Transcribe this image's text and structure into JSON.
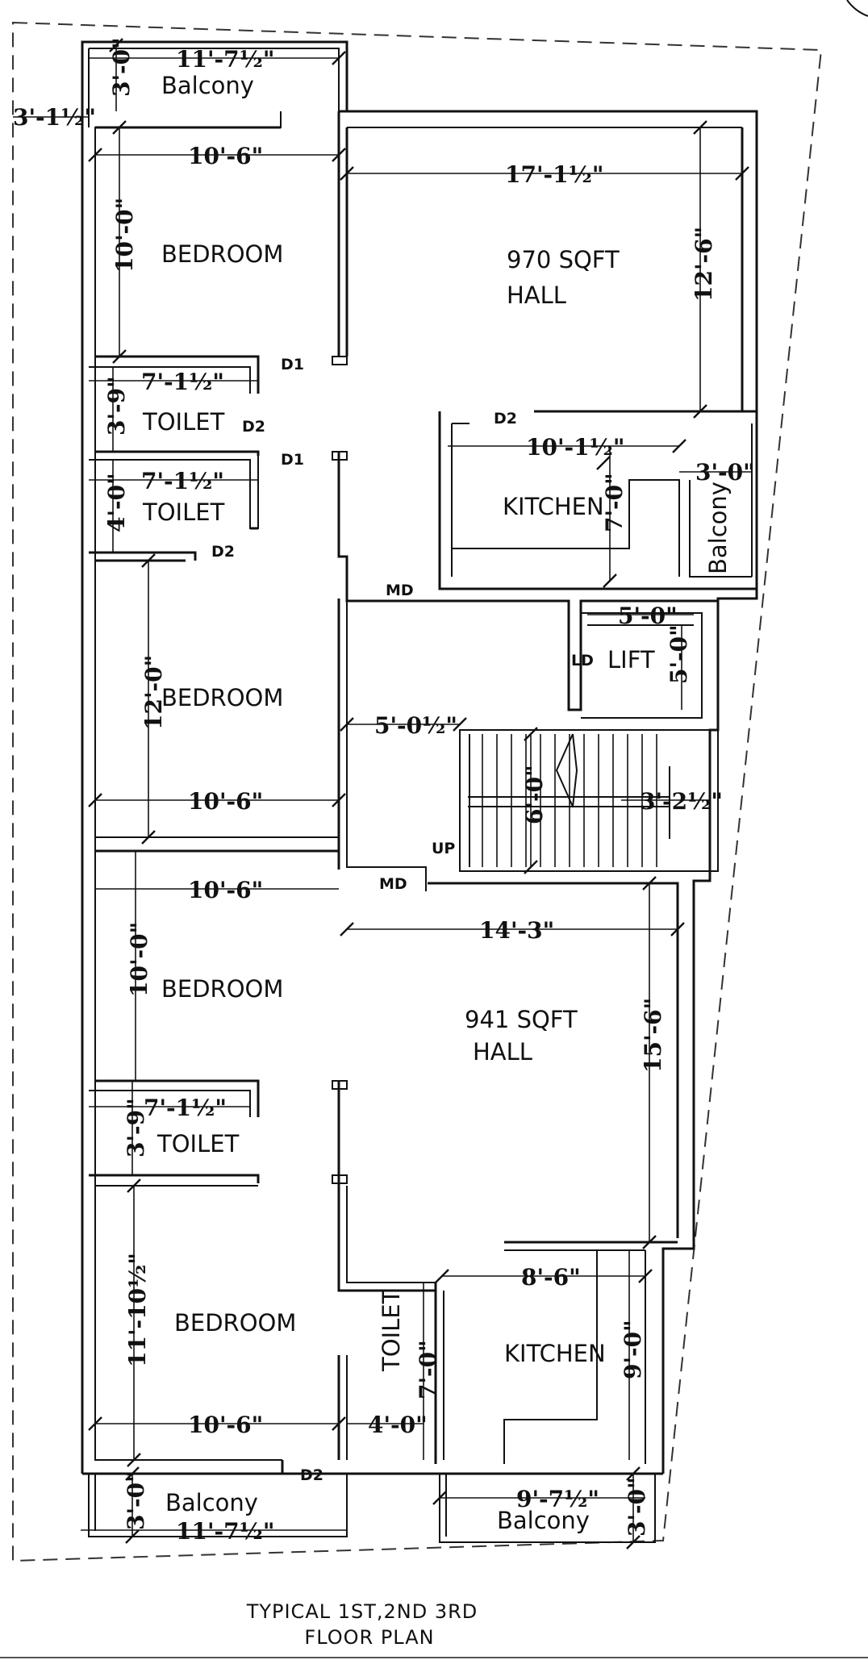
{
  "rooms": {
    "balcony_top": "Balcony",
    "bedroom_1": "BEDROOM",
    "hall_upper_area": "970 SQFT",
    "hall_upper": "HALL",
    "toilet_1": "TOILET",
    "toilet_2": "TOILET",
    "kitchen_upper": "KITCHEN",
    "balcony_kitchen": "Balcony",
    "bedroom_2": "BEDROOM",
    "lift": "LIFT",
    "bedroom_3": "BEDROOM",
    "hall_lower_area": "941 SQFT",
    "hall_lower": "HALL",
    "toilet_3": "TOILET",
    "bedroom_4": "BEDROOM",
    "toilet_4": "TOILET",
    "kitchen_lower": "KITCHEN",
    "balcony_bottom_left": "Balcony",
    "balcony_bottom_right": "Balcony"
  },
  "tags": {
    "d1_a": "D1",
    "d2_a": "D2",
    "d1_b": "D1",
    "d2_b": "D2",
    "d2_c": "D2",
    "md_a": "MD",
    "ld": "LD",
    "up": "UP",
    "md_b": "MD",
    "d2_d": "D2"
  },
  "dimensions": {
    "balcony_top_w": "11'-7½\"",
    "balcony_top_h": "3'-0\"",
    "setback_left": "3'-1½\"",
    "bed1_w": "10'-6\"",
    "bed1_h": "10'-0\"",
    "hall_upper_w": "17'-1½\"",
    "hall_upper_h": "12'-6\"",
    "toilet1_w": "7'-1½\"",
    "toilet1_h": "3'-9\"",
    "toilet2_w": "7'-1½\"",
    "toilet2_h": "4'-0\"",
    "kitchen_upper_w": "10'-1½\"",
    "kitchen_upper_h": "7'-0\"",
    "balcony_kitchen_w": "3'-0\"",
    "lift_w": "5'-0\"",
    "lift_h": "5'-0\"",
    "bed2_h": "12'-0\"",
    "lobby_w": "5'-0½\"",
    "bed2_w": "10'-6\"",
    "stair_h": "6'-0\"",
    "stair_w": "3'-2½\"",
    "bed3_w": "10'-6\"",
    "bed3_h": "10'-0\"",
    "hall_lower_w": "14'-3\"",
    "hall_lower_h": "15'-6\"",
    "toilet3_w": "7'-1½\"",
    "toilet3_h": "3'-9\"",
    "kitchen_lower_w": "8'-6\"",
    "kitchen_lower_h": "9'-0\"",
    "bed4_h": "11'-10½\"",
    "toilet4_h": "7'-0\"",
    "bed4_w": "10'-6\"",
    "toilet4_w": "4'-0\"",
    "balcony_bl_h": "3'-0\"",
    "balcony_bl_w": "11'-7½\"",
    "balcony_br_w": "9'-7½\"",
    "balcony_br_h": "3'-0\""
  },
  "caption": {
    "line1": "TYPICAL 1ST,2ND 3RD",
    "line2": "FLOOR PLAN"
  },
  "colors": {
    "ink": "#111111",
    "paper": "#ffffff"
  }
}
